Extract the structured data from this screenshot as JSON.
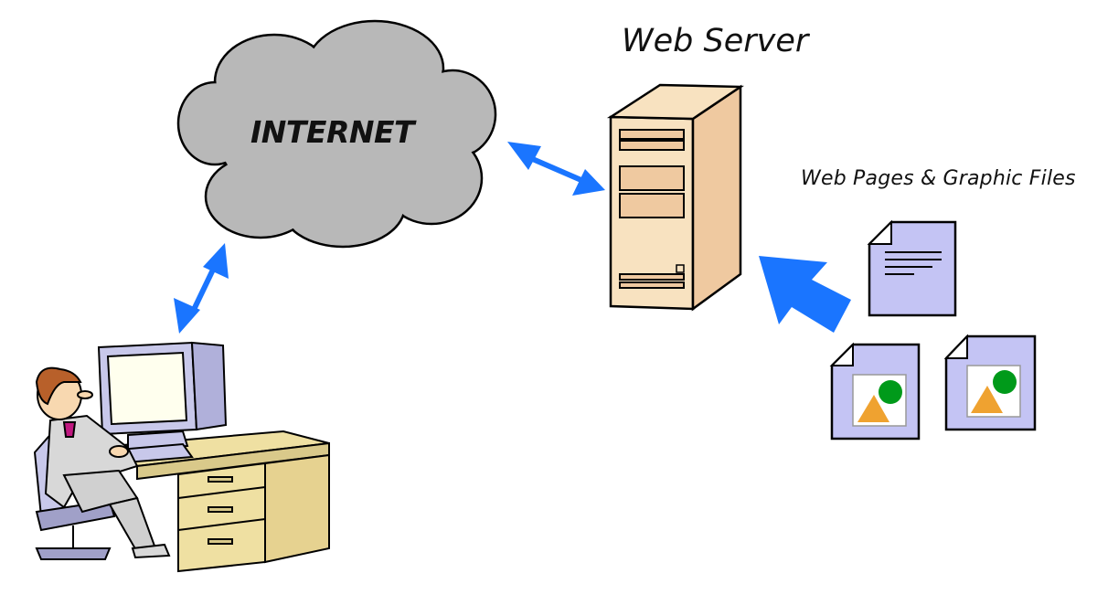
{
  "labels": {
    "internet": "INTERNET",
    "web_server": "Web Server",
    "files": "Web Pages & Graphic Files"
  },
  "colors": {
    "arrow": "#1a75ff",
    "cloud": "#b8b8b8",
    "server": "#f8e2c0",
    "server_side": "#efc9a0",
    "page": "#c4c4f4",
    "desk": "#efe0a2",
    "monitor": "#c8c8ea",
    "triangle": "#efa230",
    "dot": "#009a1a"
  },
  "icons": {
    "user": "user-at-computer-icon",
    "cloud": "internet-cloud-icon",
    "server": "server-tower-icon",
    "document": "document-icon",
    "image": "image-file-icon"
  }
}
